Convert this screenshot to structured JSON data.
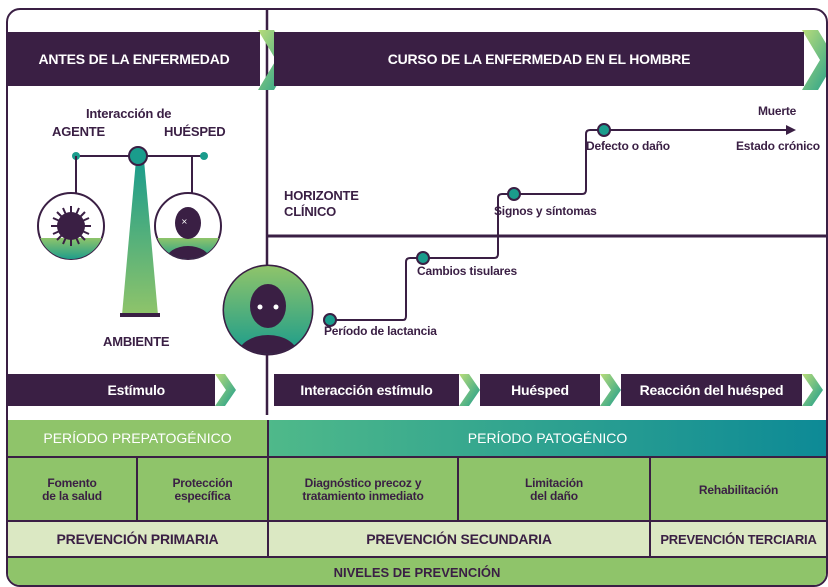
{
  "header": {
    "left_title": "ANTES DE LA ENFERMEDAD",
    "right_title": "CURSO DE LA ENFERMEDAD EN EL HOMBRE"
  },
  "balance": {
    "top_label_line1": "Interacción de",
    "agent": "AGENTE",
    "host": "HUÉSPED",
    "environment": "AMBIENTE"
  },
  "course": {
    "clinical_horizon_line1": "HORIZONTE",
    "clinical_horizon_line2": "CLÍNICO",
    "stages": [
      "Período de lactancia",
      "Cambios tisulares",
      "Signos y síntomas",
      "Defecto o daño",
      "Muerte",
      "Estado crónico"
    ]
  },
  "process_bar": {
    "stimulus": "Estímulo",
    "interaction": "Interacción estímulo",
    "host": "Huésped",
    "reaction": "Reacción del huésped"
  },
  "periods": {
    "prepathogenic": "PERÍODO PREPATOGÉNICO",
    "pathogenic": "PERÍODO PATOGÉNICO"
  },
  "actions": {
    "health_promotion": [
      "Fomento",
      "de la salud"
    ],
    "specific_protection": [
      "Protección",
      "específica"
    ],
    "early_diagnosis": [
      "Diagnóstico precoz y",
      "tratamiento inmediato"
    ],
    "damage_limitation": [
      "Limitación",
      "del daño"
    ],
    "rehabilitation": "Rehabilitación"
  },
  "prevention": {
    "primary": "PREVENCIÓN PRIMARIA",
    "secondary": "PREVENCIÓN SECUNDARIA",
    "tertiary": "PREVENCIÓN TERCIARIA",
    "levels": "NIVELES DE PREVENCIÓN"
  },
  "colors": {
    "dark_purple": "#3a1f44",
    "teal": "#1a9c8c",
    "light_green": "#8fc46a",
    "pale_green": "#dbe8c3",
    "teal_gradient_end": "#0d8a96"
  }
}
